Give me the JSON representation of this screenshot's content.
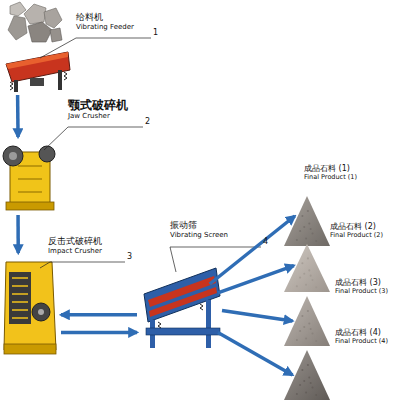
{
  "diagram": {
    "nodes": [
      {
        "text": [
          "给料机",
          "Vibrating Feeder"
        ]
      },
      {
        "text": [
          "颚式破碎机",
          "Jaw Crusher"
        ]
      },
      {
        "text": [
          "反击式破碎机",
          "Impact Crusher"
        ]
      },
      {
        "text": [
          "振动筛",
          "Vibrating Screen"
        ]
      },
      {
        "text": [
          "成品石料 (1)",
          "Final Product (1)"
        ]
      },
      {
        "text": [
          "成品石料 (2)",
          "Final Product (2)"
        ]
      },
      {
        "text": [
          "成品石料 (3)",
          "Final Product (3)"
        ]
      },
      {
        "text": [
          "成品石料 (4)",
          "Final Product (4)"
        ]
      }
    ],
    "edges": [
      {
        "from": 0,
        "to": 1,
        "arrow": "to"
      },
      {
        "from": 1,
        "to": 2,
        "arrow": "to"
      },
      {
        "from": 3,
        "to": 2,
        "arrow": "to"
      },
      {
        "from": 2,
        "to": 3,
        "arrow": "to"
      },
      {
        "from": 3,
        "to": 4,
        "arrow": "to"
      },
      {
        "from": 3,
        "to": 5,
        "arrow": "to"
      },
      {
        "from": 3,
        "to": 6,
        "arrow": "to"
      },
      {
        "from": 3,
        "to": 7,
        "arrow": "to"
      }
    ],
    "labels": [
      "1",
      "2",
      "3",
      "4"
    ]
  }
}
